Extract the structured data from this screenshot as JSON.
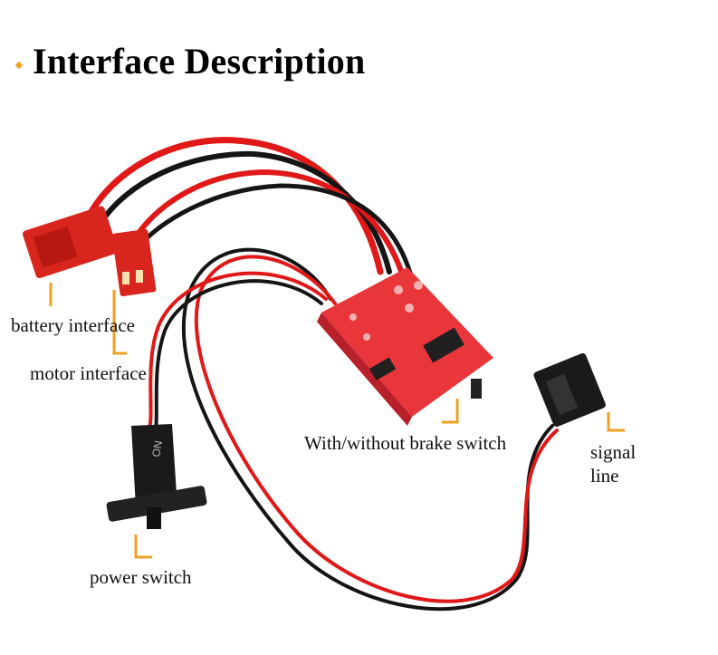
{
  "heading": {
    "title": "Interface Description"
  },
  "labels": {
    "battery": "battery interface",
    "motor": "motor interface",
    "brake": "With/without brake switch",
    "signal_line1": "signal",
    "signal_line2": "line",
    "power": "power switch"
  },
  "colors": {
    "accent": "#f0a020",
    "wire_red": "#e01818",
    "wire_black": "#151515",
    "connector": "#d8251d",
    "board": "#e8363a"
  },
  "device_marking": {
    "switch_text": "ON"
  }
}
